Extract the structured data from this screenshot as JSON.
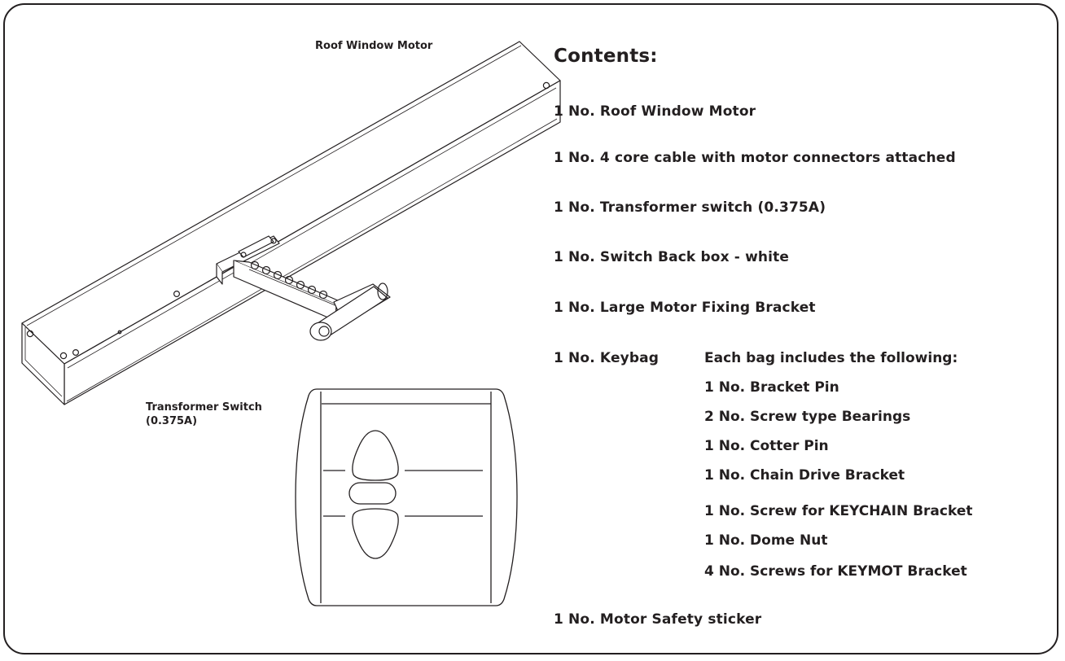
{
  "captions": {
    "motor": "Roof Window Motor",
    "switch_line1": "Transformer Switch",
    "switch_line2": "(0.375A)"
  },
  "contents": {
    "title": "Contents:",
    "items": [
      "1 No. Roof Window Motor",
      "1 No. 4 core cable with motor connectors attached",
      "1 No. Transformer switch (0.375A)",
      "1 No. Switch Back box - white",
      "1 No. Large Motor Fixing Bracket",
      "1 No. Keybag"
    ],
    "keybag_header": "Each bag includes the following:",
    "keybag_items": [
      "1 No. Bracket Pin",
      "2 No. Screw type Bearings",
      "1 No. Cotter Pin",
      "1 No. Chain Drive Bracket",
      "1 No. Screw for KEYCHAIN Bracket",
      "1 No. Dome Nut",
      "4 No. Screws for KEYMOT Bracket"
    ],
    "last_item": "1 No. Motor Safety sticker"
  }
}
